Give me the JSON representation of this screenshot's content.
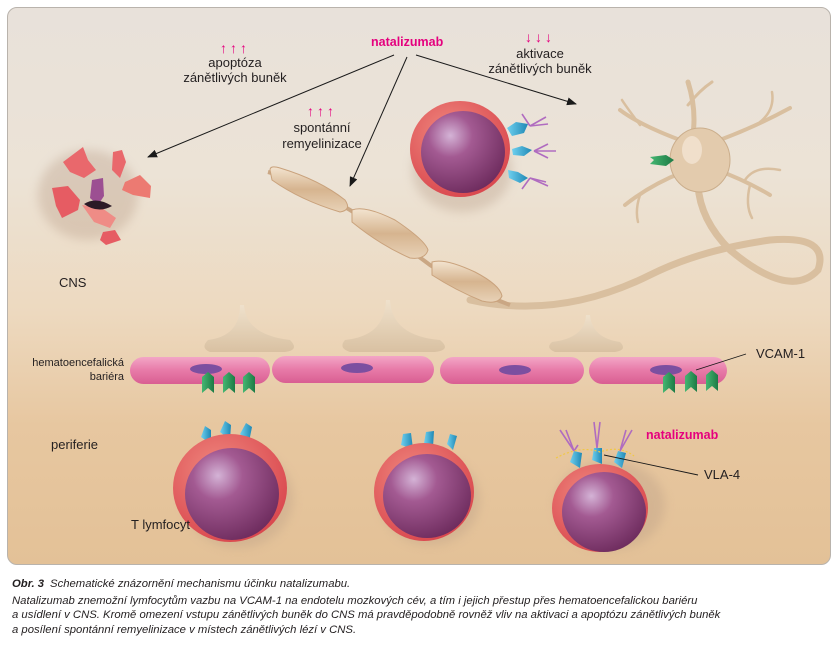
{
  "figure": {
    "domain_colors": {
      "drug_label": "#e5007e",
      "arrow_indicator": "#e5007e",
      "cell_membrane": "#e0555a",
      "nucleus": "#8c3a74",
      "vla4_receptor": "#2fa3cc",
      "vcam1_receptor": "#2e9a5a",
      "antibody": "#b06cc0",
      "endothelium": "#e47ea8",
      "neuron": "#dcc3a4"
    },
    "labels": {
      "natalizumab_top": "natalizumab",
      "apoptosis_arrows": "↑↑↑",
      "apoptosis_line1": "apoptóza",
      "apoptosis_line2": "zánětlivých buněk",
      "activation_arrows": "↓↓↓",
      "activation_line1": "aktivace",
      "activation_line2": "zánětlivých buněk",
      "remyelination_arrows": "↑↑↑",
      "remyelination_line1": "spontánní",
      "remyelination_line2": "remyelinizace",
      "cns": "CNS",
      "bbb_line1": "hematoencefalická",
      "bbb_line2": "bariéra",
      "vcam1": "VCAM-1",
      "periphery": "periferie",
      "t_lymphocyte": "T lymfocyt",
      "natalizumab_bottom": "natalizumab",
      "vla4": "VLA-4"
    },
    "icons": {
      "up_arrow": "↑",
      "down_arrow": "↓"
    }
  },
  "caption": {
    "number": "Obr. 3",
    "title": "Schematické znázornění mechanismu účinku natalizumabu.",
    "body_line1": "Natalizumab znemožní lymfocytům vazbu na VCAM-1 na endotelu mozkových cév, a tím i jejich přestup přes hematoencefalickou bariéru",
    "body_line2": "a usídlení v CNS. Kromě omezení vstupu zánětlivých buněk do CNS má pravděpodobně rovněž vliv na aktivaci a apoptózu zánětlivých buněk",
    "body_line3": "a posílení spontánní remyelinizace v místech zánětlivých lézí v CNS."
  }
}
